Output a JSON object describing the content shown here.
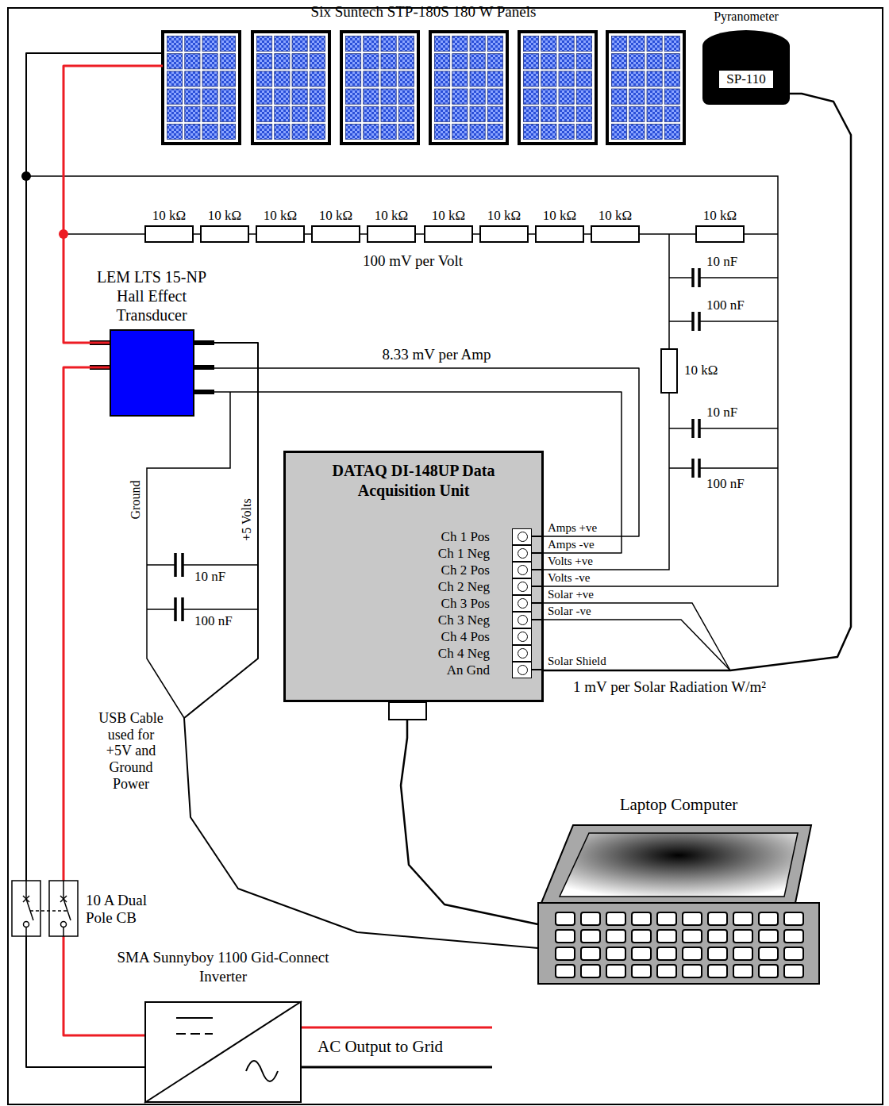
{
  "diagram": {
    "nodes": [
      {
        "text": [
          "Six Suntech STP-180S 180 W Panels"
        ]
      },
      {
        "text": [
          "Pyranometer",
          "SP-110"
        ]
      },
      {
        "text": [
          "LEM LTS 15-NP Hall Effect Transducer"
        ]
      },
      {
        "text": [
          "DATAQ DI-148UP Data Acquisition Unit",
          "Ch 1 Pos",
          "Ch 1 Neg",
          "Ch 2 Pos",
          "Ch 2 Neg",
          "Ch 3 Pos",
          "Ch 3 Neg",
          "Ch 4 Pos",
          "Ch 4 Neg",
          "An Gnd"
        ]
      },
      {
        "text": [
          "Laptop Computer"
        ]
      },
      {
        "text": [
          "SMA Sunnyboy 1100 Gid-Connect Inverter"
        ]
      }
    ],
    "edges": [
      {
        "from": 0,
        "to": 2,
        "arrow": "none"
      },
      {
        "from": 2,
        "to": 5,
        "arrow": "none"
      },
      {
        "from": 0,
        "to": 5,
        "arrow": "none"
      },
      {
        "from": 1,
        "to": 3,
        "arrow": "none"
      },
      {
        "from": 2,
        "to": 3,
        "arrow": "none"
      },
      {
        "from": 2,
        "to": 3,
        "arrow": "none"
      },
      {
        "from": 2,
        "to": 4,
        "arrow": "none"
      },
      {
        "from": 3,
        "to": 4,
        "arrow": "none"
      }
    ],
    "labels": [
      "10 kΩ",
      "10 kΩ",
      "10 kΩ",
      "10 kΩ",
      "10 kΩ",
      "10 kΩ",
      "10 kΩ",
      "10 kΩ",
      "10 kΩ",
      "10 kΩ",
      "100 mV per Volt",
      "10 nF",
      "100 nF",
      "8.33 mV per Amp",
      "10 kΩ",
      "10 nF",
      "100 nF",
      "Ground",
      "+5 Volts",
      "10 nF",
      "100 nF",
      "Amps +ve",
      "Amps -ve",
      "Volts +ve",
      "Volts -ve",
      "Solar +ve",
      "Solar -ve",
      "Solar Shield",
      "1 mV per Solar Radiation W/m²",
      "USB Cable used for +5V and Ground Power",
      "10 A Dual Pole CB",
      "AC Output to Grid"
    ]
  }
}
